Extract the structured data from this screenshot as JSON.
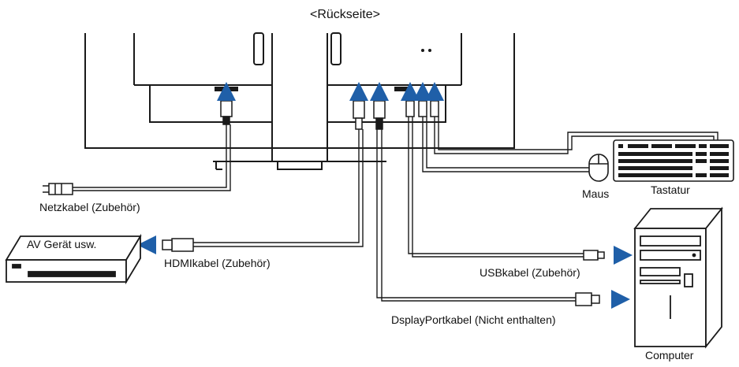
{
  "title": "<Rückseite>",
  "labels": {
    "power_cable": "Netzkabel (Zubehör)",
    "av_device": "AV Gerät usw.",
    "hdmi_cable": "HDMIkabel (Zubehör)",
    "usb_cable": "USBkabel (Zubehör)",
    "displayport_cable": "DsplayPortkabel (Nicht enthalten)",
    "mouse": "Maus",
    "keyboard": "Tastatur",
    "computer": "Computer"
  },
  "colors": {
    "arrow": "#1f5fa8",
    "line": "#1a1a1a",
    "cable": "#8a8a8a"
  }
}
